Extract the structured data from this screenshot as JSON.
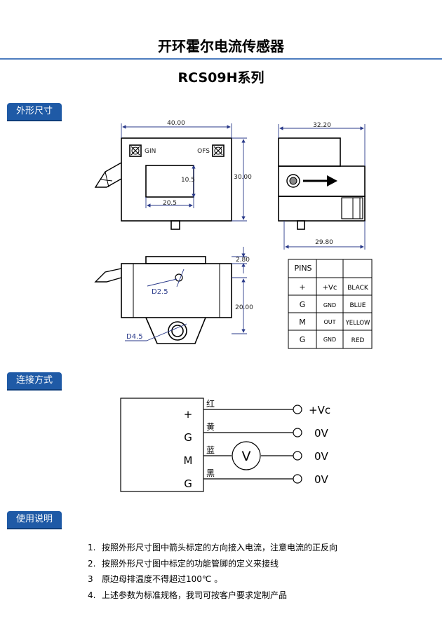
{
  "header": {
    "title": "开环霍尔电流传感器",
    "subtitle": "RCS09H系列"
  },
  "sections": {
    "dims": "外形尺寸",
    "wiring": "连接方式",
    "usage": "使用说明"
  },
  "front": {
    "width": "40.00",
    "height": "30.00",
    "window_w": "20.5",
    "window_h": "10.5",
    "left_screw": "GIN",
    "right_screw": "OFS"
  },
  "side": {
    "width": "32.20",
    "bottom": "29.80"
  },
  "bottom": {
    "top_dim": "2.80",
    "height_dim": "20.00",
    "hole_small": "D2.5",
    "hole_large": "D4.5"
  },
  "pins": {
    "header": "PINS",
    "rows": [
      {
        "pin": "+",
        "sig": "+Vc",
        "color": "BLACK"
      },
      {
        "pin": "G",
        "sig": "GND",
        "color": "BLUE"
      },
      {
        "pin": "M",
        "sig": "OUT",
        "color": "YELLOW"
      },
      {
        "pin": "G",
        "sig": "GND",
        "color": "RED"
      }
    ]
  },
  "wiring": {
    "pins": [
      "+",
      "G",
      "M",
      "G"
    ],
    "wires": [
      "红",
      "黄",
      "蓝",
      "黑"
    ],
    "terminals": [
      "+Vc",
      "0V",
      "0V",
      "0V"
    ],
    "meter": "V"
  },
  "usage": [
    {
      "n": "1.",
      "text": "按照外形尺寸图中箭头标定的方向接入电流，注意电流的正反向"
    },
    {
      "n": "2.",
      "text": "按照外形尺寸图中标定的功能管脚的定义来接线"
    },
    {
      "n": "3",
      "text": "原边母排温度不得超过100℃ 。"
    },
    {
      "n": "4.",
      "text": "上述参数为标准规格，我司可按客户要求定制产品"
    }
  ]
}
